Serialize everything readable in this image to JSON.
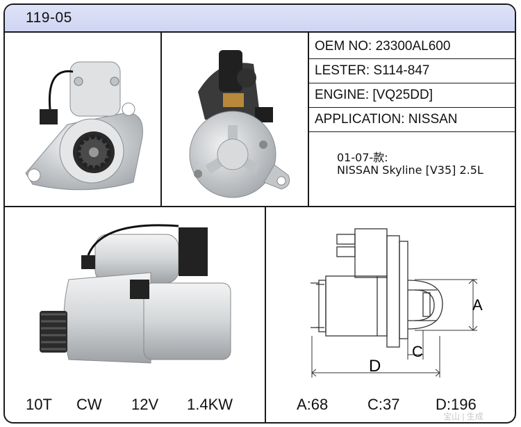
{
  "header": {
    "title": "119-05"
  },
  "specs": {
    "oem": "OEM NO: 23300AL600",
    "lester": "LESTER: S114-847",
    "engine": "ENGINE: [VQ25DD]",
    "application": "APPLICATION: NISSAN"
  },
  "notes": {
    "year": "01-07-款:",
    "model": "NISSAN Skyline [V35] 2.5L"
  },
  "features": {
    "teeth": "10T",
    "rotation": "CW",
    "voltage": "12V",
    "power": "1.4KW"
  },
  "dimensions": {
    "label_a": "A",
    "label_c": "C",
    "label_d": "D",
    "a": "A:68",
    "c": "C:37",
    "d": "D:196"
  },
  "watermark": "宝山 | 生成",
  "colors": {
    "header_bg": "#d6dbf5",
    "border": "#1a1a1a",
    "metal": "#c9cccf"
  }
}
